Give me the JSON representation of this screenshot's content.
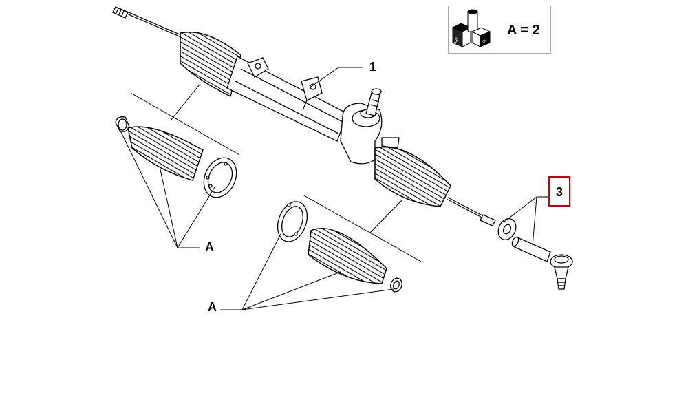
{
  "callouts": {
    "steering_rack": "1",
    "tie_rod_end": "3"
  },
  "letter_labels": [
    "A",
    "A"
  ],
  "kit_legend": {
    "text": "A = 2",
    "box_tags": [
      "ART",
      "KIT"
    ]
  },
  "colors": {
    "line": "#000000",
    "highlight": "#cc0000",
    "background": "#ffffff"
  },
  "icons": [
    "kit-package-icon"
  ]
}
